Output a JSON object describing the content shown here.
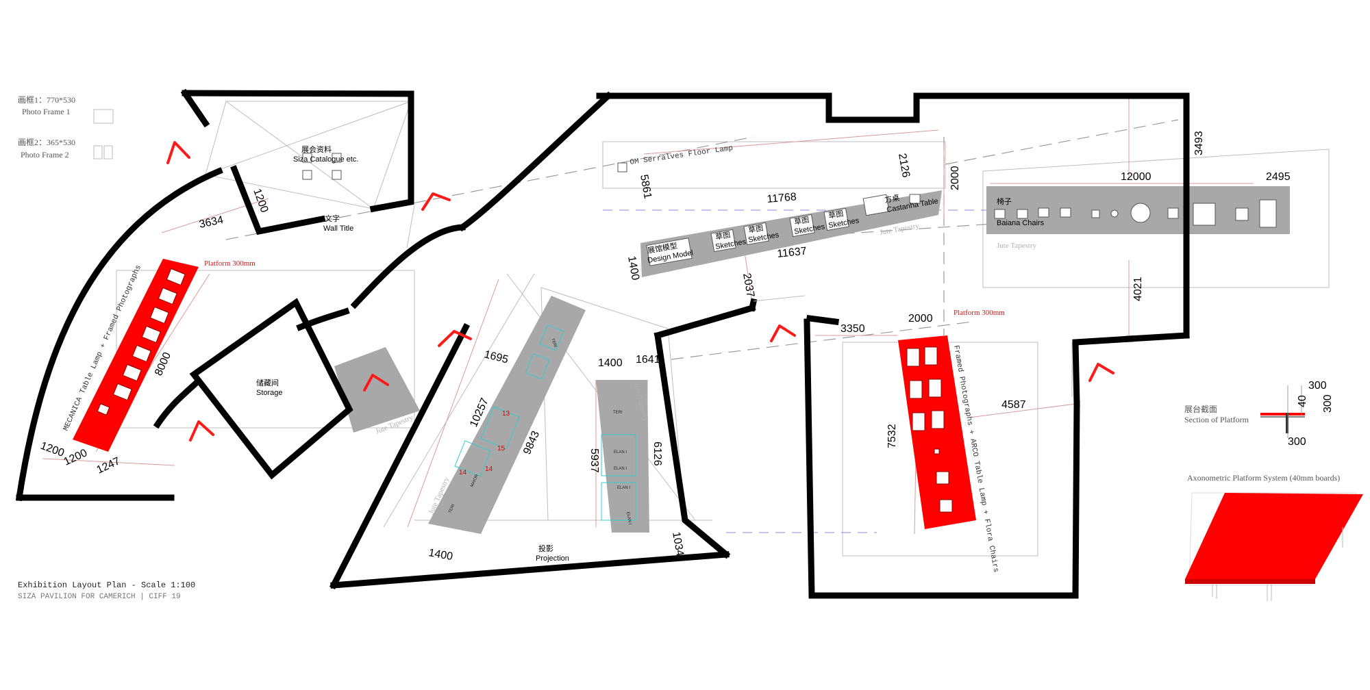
{
  "legend": {
    "frame1_cn": "画框1：770*530",
    "frame1_en": "Photo Frame 1",
    "frame2_cn": "画框2：365*530",
    "frame2_en": "Photo Frame 2"
  },
  "labels": {
    "catalogue_cn": "展会资料",
    "catalogue_en": "Siza Catalogue etc.",
    "wall_title_cn": "文字",
    "wall_title_en": "Wall Title",
    "storage_cn": "储藏间",
    "storage_en": "Storage",
    "projection_cn": "投影",
    "projection_en": "Projection",
    "floor_lamp": "OM Serralves Floor Lamp",
    "design_model_cn": "展馆模型",
    "design_model_en": "Design Model",
    "sketch_cn": "草图",
    "sketch_en": "Sketches",
    "castanha_cn": "方桌",
    "castanha_en": "Castanha Table",
    "chairs_cn": "椅子",
    "chairs_en": "Baiana Chairs",
    "mecanica": "MECANICA Table Lamp + Framed Photographs",
    "framed_arco": "Framed Photographs + ARCO Table Lamp + Flora Chairs",
    "platform_300": "Platform 300mm",
    "jute": "Jute Tapestry",
    "section_cn": "展台截面",
    "section_en": "Section of Platform",
    "axo": "Axonometric Platform System (40mm boards)",
    "title_main": "Exhibition Layout Plan - Scale 1:100",
    "title_sub": "SIZA PAVILION FOR CAMERICH | CIFF 19"
  },
  "dimensions": {
    "d1200_top": "1200",
    "d3634": "3634",
    "d8000": "8000",
    "d1200_a": "1200",
    "d1200_b": "1200",
    "d1247": "1247",
    "d1695": "1695",
    "d10257": "10257",
    "d9843": "9843",
    "d1400_a": "1400",
    "d1641": "1641",
    "d5937": "5937",
    "d6126": "6126",
    "d1400_b": "1400",
    "d1034": "1034",
    "d5861": "5861",
    "d1400_c": "1400",
    "d11768": "11768",
    "d11637": "11637",
    "d2037": "2037",
    "d2126": "2126",
    "d2000_a": "2000",
    "d12000": "12000",
    "d3493": "3493",
    "d2495": "2495",
    "d4021": "4021",
    "d3350": "3350",
    "d2000_b": "2000",
    "d4587": "4587",
    "d7532": "7532",
    "s300_a": "300",
    "s40": "40",
    "s300_b": "300",
    "s300_c": "300"
  },
  "panel_tags": {
    "t13": "13",
    "t14a": "14",
    "t14b": "14",
    "t15": "15",
    "teri_a": "TERI",
    "teri_b": "TERI",
    "maior": "MAIOR",
    "elan_a": "ELAN I",
    "elan_b": "ELAN I",
    "elan_c": "ELAN I",
    "elan_d": "ELAN I"
  },
  "colors": {
    "wall": "#000000",
    "platform_red": "#ff0000",
    "display_grey": "#a8a8a8",
    "dimension_line": "#d89a9a",
    "entry_arrow": "#ff1a1a"
  },
  "icons": [
    "entry-arrow-icon",
    "photo-frame-icon",
    "chair-icon",
    "floor-lamp-icon"
  ]
}
